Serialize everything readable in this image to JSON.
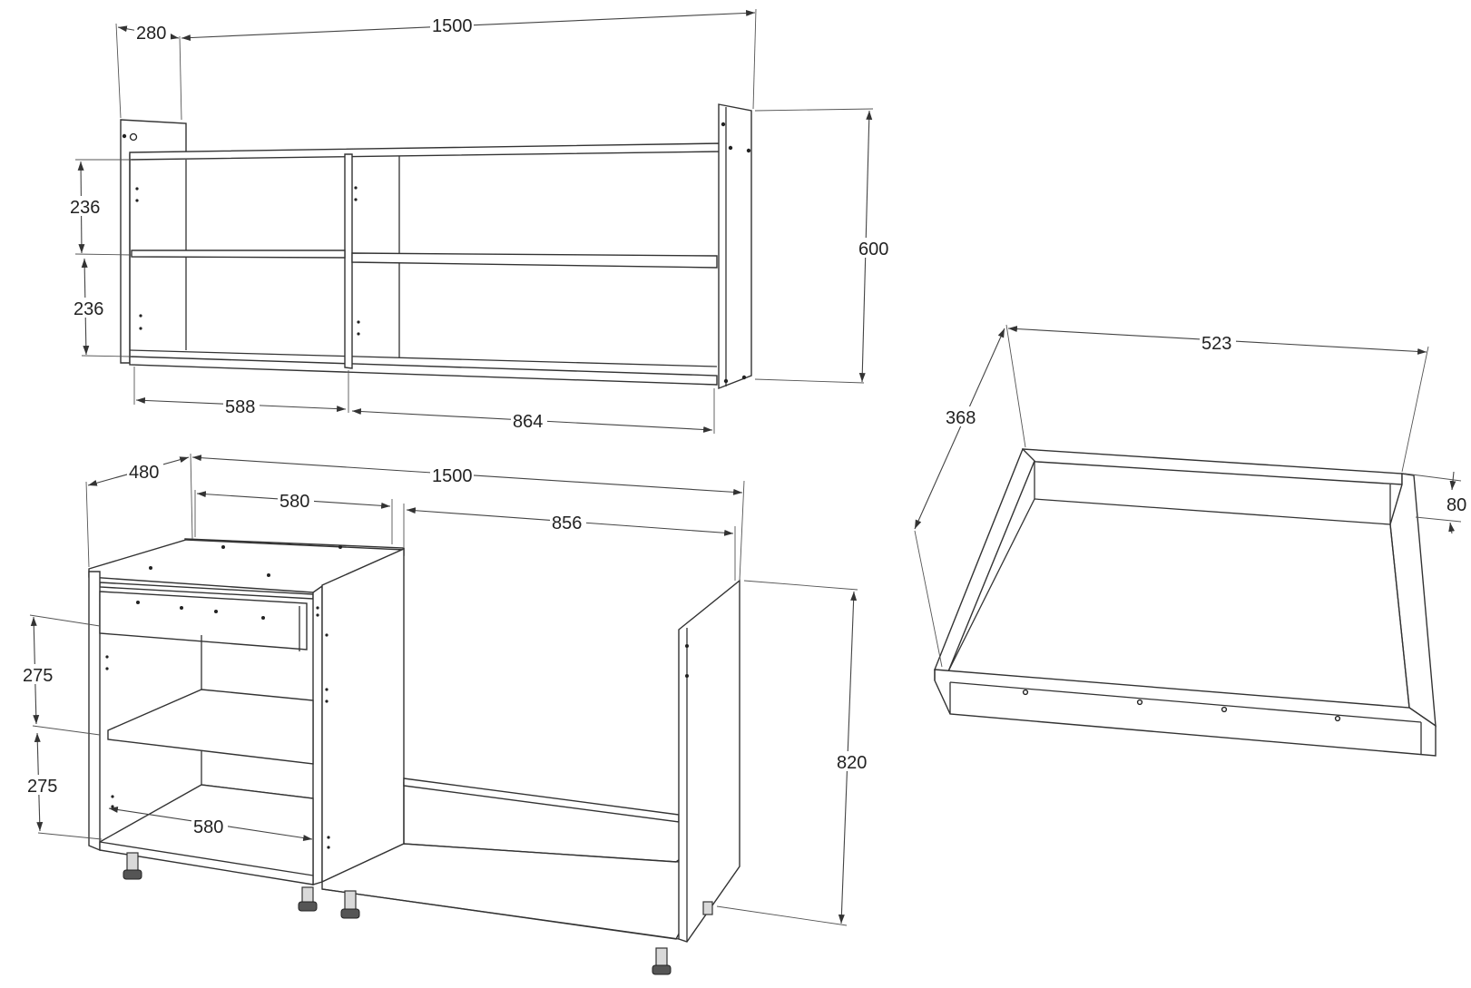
{
  "wall_cabinet": {
    "side_depth": "280",
    "total_width": "1500",
    "height": "600",
    "shelf_spacing_upper": "236",
    "shelf_spacing_lower": "236",
    "left_section_width": "588",
    "right_section_width": "864"
  },
  "base_cabinet": {
    "depth": "480",
    "total_width": "1500",
    "inner_width_top": "580",
    "open_section_width": "856",
    "height": "820",
    "shelf_spacing_upper": "275",
    "shelf_spacing_lower": "275",
    "inner_width_bottom": "580"
  },
  "drawer": {
    "width": "523",
    "depth": "368",
    "height": "80"
  }
}
